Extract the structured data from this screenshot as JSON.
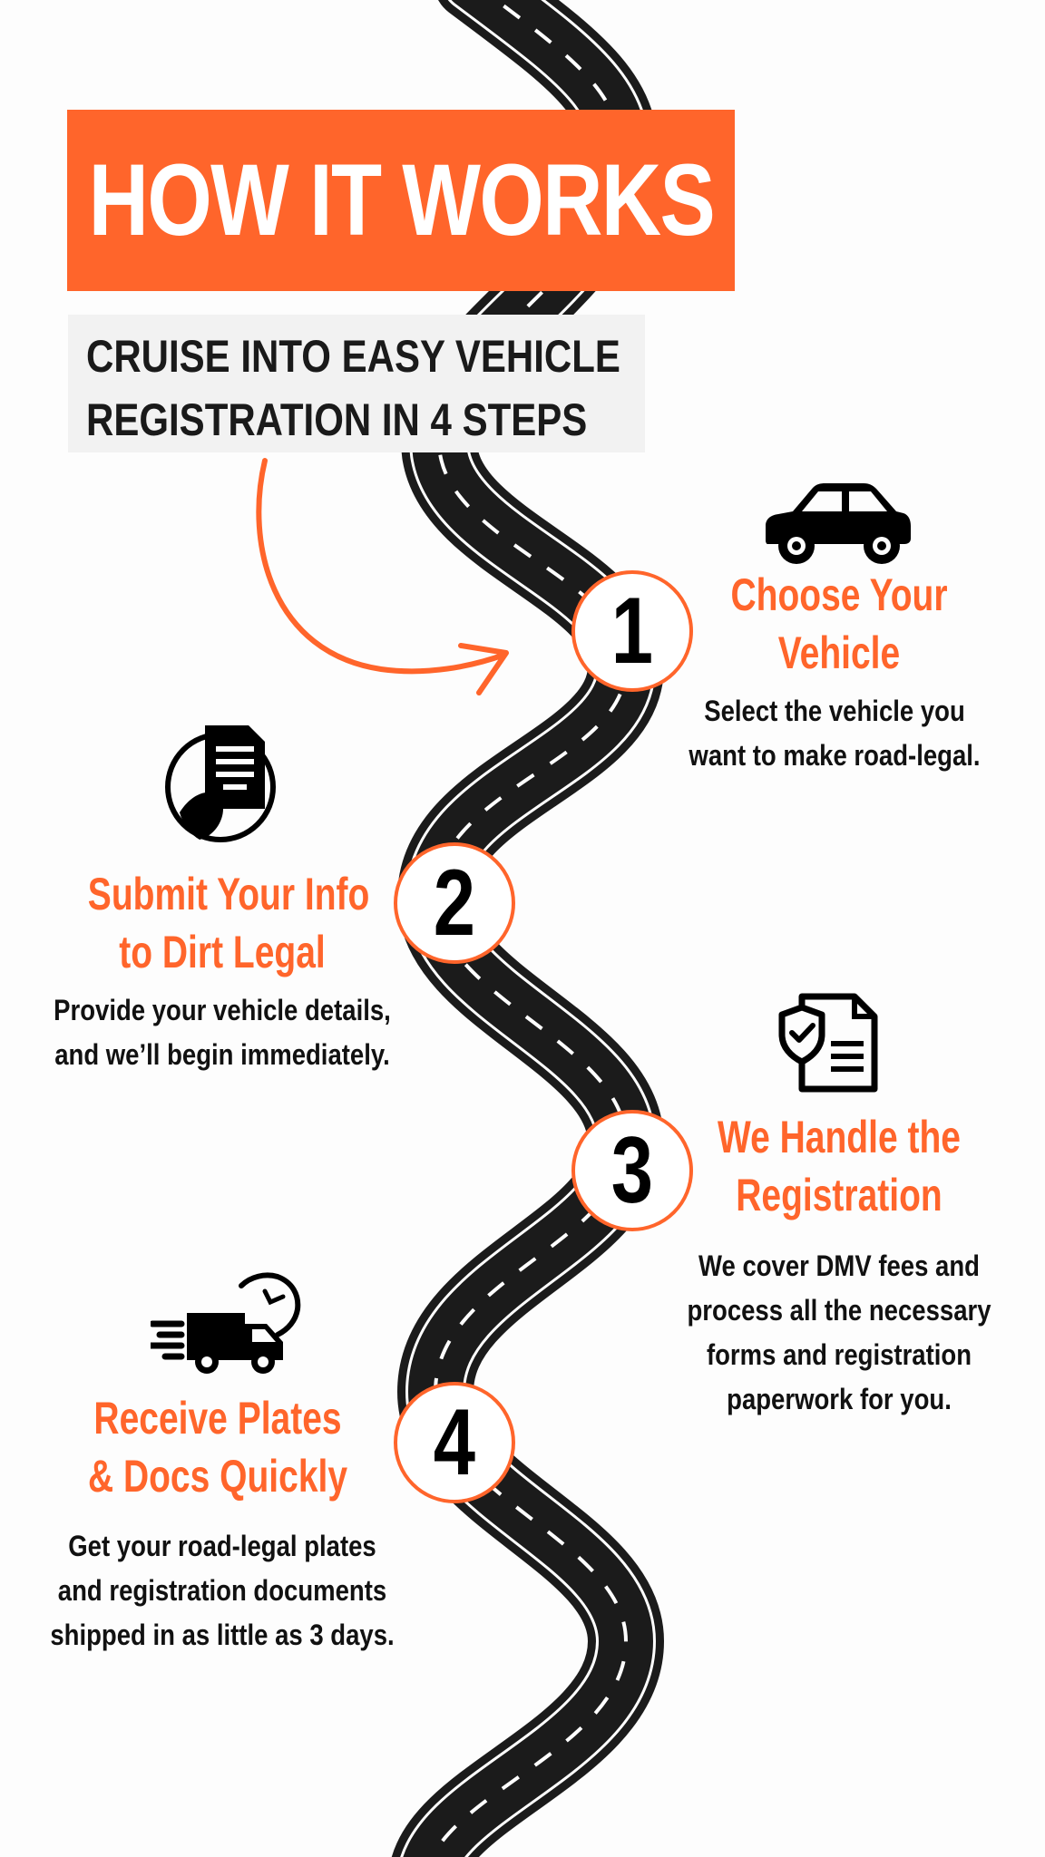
{
  "header": {
    "title": "HOW IT WORKS",
    "subtitle_lines": [
      "CRUISE INTO EASY VEHICLE",
      "REGISTRATION IN 4 STEPS"
    ]
  },
  "colors": {
    "accent": "#ff652b",
    "road": "#1b1b1b",
    "road_marking": "#ffffff",
    "text": "#111111",
    "subtitle_bg": "#f2f2f2"
  },
  "steps": [
    {
      "number": "1",
      "icon": "car-icon",
      "title_lines": [
        "Choose Your",
        "Vehicle"
      ],
      "desc_lines": [
        "Select the vehicle you",
        "want to make road-legal."
      ]
    },
    {
      "number": "2",
      "icon": "hand-holding-document-icon",
      "title_lines": [
        "Submit Your Info",
        "to Dirt Legal"
      ],
      "desc_lines": [
        "Provide your vehicle details,",
        "and we’ll begin immediately."
      ]
    },
    {
      "number": "3",
      "icon": "shield-document-icon",
      "title_lines": [
        "We Handle the",
        "Registration"
      ],
      "desc_lines": [
        "We cover DMV fees and",
        "process all the necessary",
        "forms and registration",
        "paperwork for you."
      ]
    },
    {
      "number": "4",
      "icon": "fast-delivery-truck-icon",
      "title_lines": [
        "Receive Plates",
        "& Docs Quickly"
      ],
      "desc_lines": [
        "Get your road-legal plates",
        "and registration documents",
        "shipped in as little as 3 days."
      ]
    }
  ]
}
